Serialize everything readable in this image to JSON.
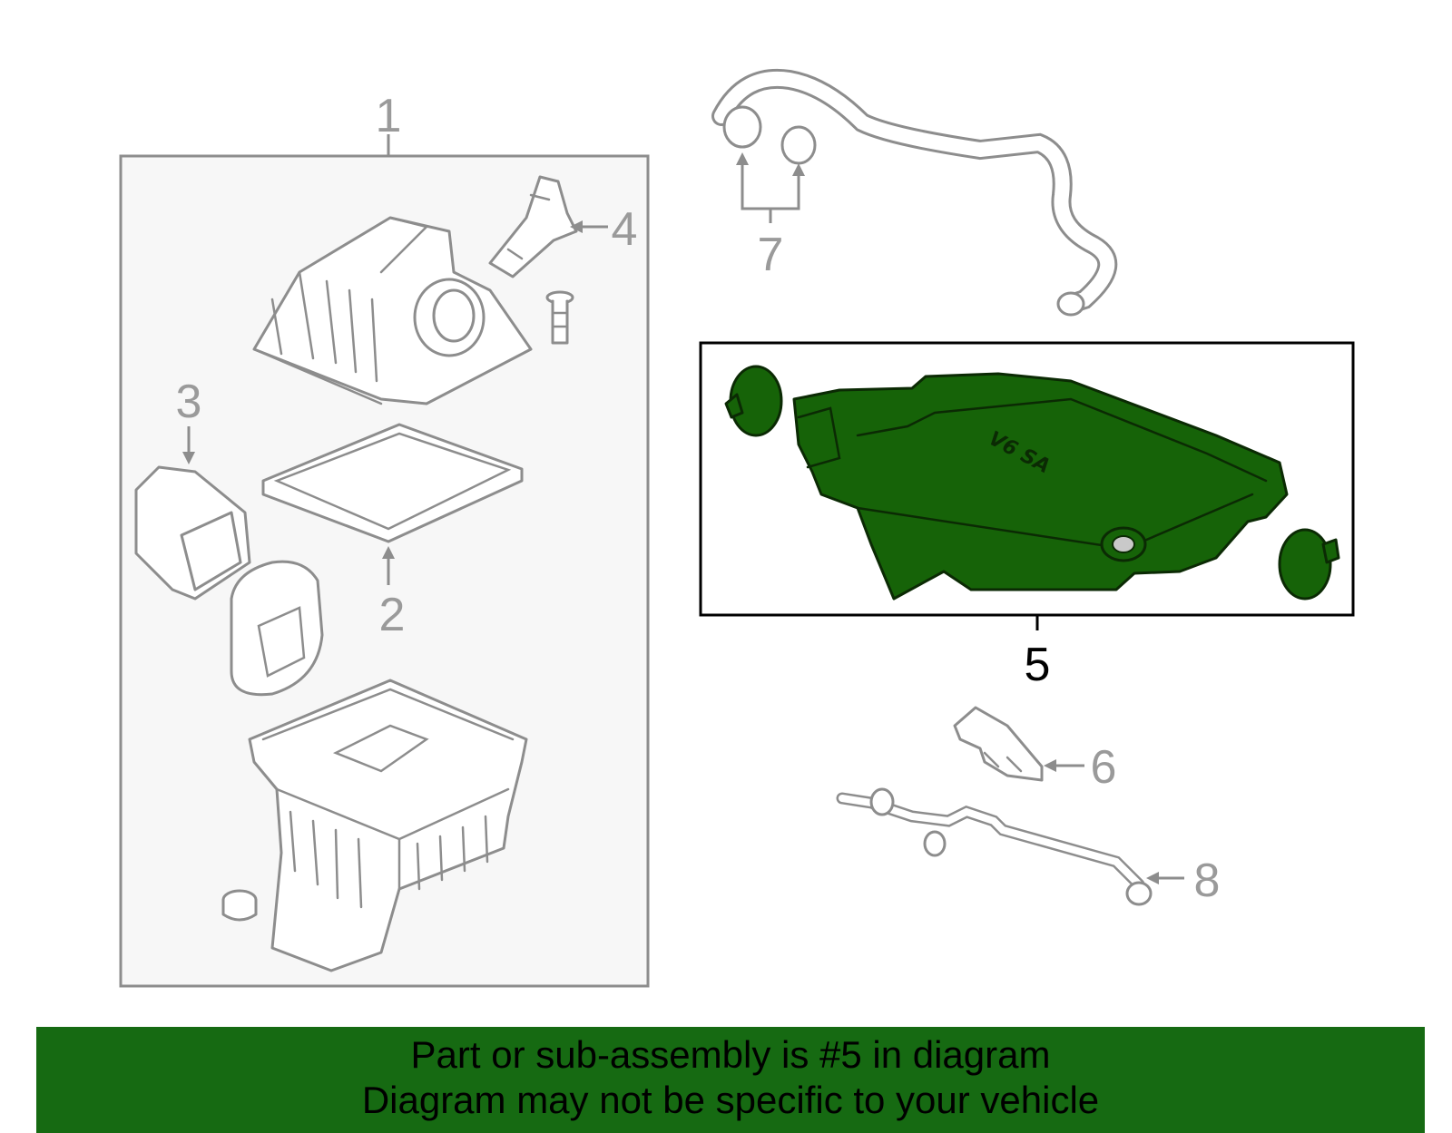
{
  "callouts": [
    "1",
    "2",
    "3",
    "4",
    "5",
    "6",
    "7",
    "8"
  ],
  "highlighted_part": "5",
  "colors": {
    "highlight": "#166308",
    "banner": "#166a12",
    "line": "#8d8d8d",
    "box_fill": "#f7f7f7"
  },
  "part_logo_text": "V6 SA",
  "banner": {
    "line1": "Part or sub-assembly is #5 in diagram",
    "line2": "Diagram may not be specific to your vehicle"
  }
}
